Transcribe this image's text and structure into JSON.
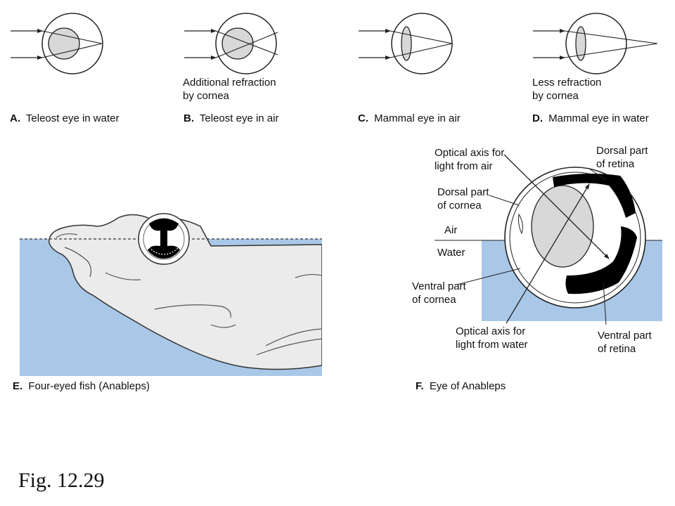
{
  "colors": {
    "water": "#a9c8e8",
    "lens": "#d8d8d8",
    "fish_body": "#ebebeb",
    "retina": "#000000",
    "line": "#222222"
  },
  "panels": {
    "A": {
      "letter": "A.",
      "caption": "Teleost eye in water",
      "note": []
    },
    "B": {
      "letter": "B.",
      "caption": "Teleost eye in air",
      "note": [
        "Additional refraction",
        "by cornea"
      ]
    },
    "C": {
      "letter": "C.",
      "caption": "Mammal eye in air",
      "note": []
    },
    "D": {
      "letter": "D.",
      "caption": "Mammal eye in water",
      "note": [
        "Less refraction",
        "by cornea"
      ]
    },
    "E": {
      "letter": "E.",
      "caption": "Four-eyed fish (Anableps)"
    },
    "F": {
      "letter": "F.",
      "caption": "Eye of Anableps",
      "labels": {
        "optical_air": [
          "Optical axis for",
          "light from air"
        ],
        "dorsal_retina": [
          "Dorsal part",
          "of retina"
        ],
        "dorsal_cornea": [
          "Dorsal part",
          "of cornea"
        ],
        "air": "Air",
        "water": "Water",
        "ventral_cornea": [
          "Ventral part",
          "of cornea"
        ],
        "optical_water": [
          "Optical axis for",
          "light from water"
        ],
        "ventral_retina": [
          "Ventral part",
          "of retina"
        ]
      }
    }
  },
  "figure_label": "Fig. 12.29"
}
